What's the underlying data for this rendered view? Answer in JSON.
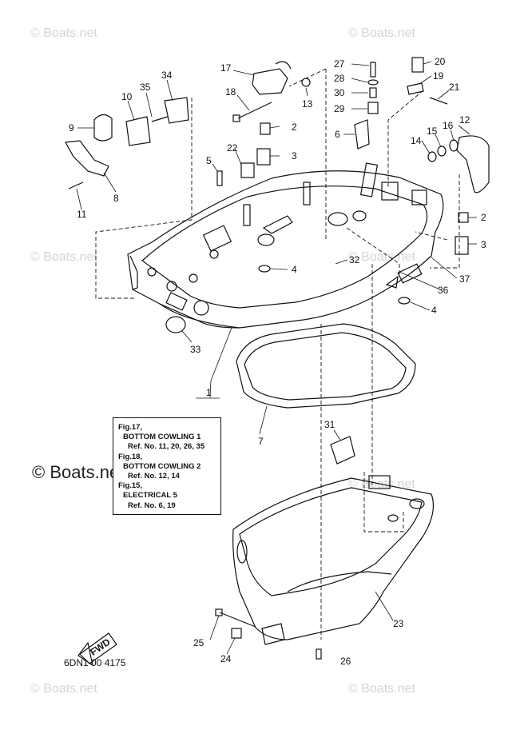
{
  "watermark": {
    "text": "© Boats.net",
    "large_text": "© Boats.net"
  },
  "callouts": {
    "p1": "1",
    "p2a": "2",
    "p2b": "2",
    "p3a": "3",
    "p3b": "3",
    "p4a": "4",
    "p4b": "4",
    "p5": "5",
    "p6": "6",
    "p7": "7",
    "p8": "8",
    "p9": "9",
    "p10": "10",
    "p11": "11",
    "p12": "12",
    "p13": "13",
    "p14": "14",
    "p15": "15",
    "p16": "16",
    "p17": "17",
    "p18": "18",
    "p19": "19",
    "p20": "20",
    "p21": "21",
    "p22": "22",
    "p23": "23",
    "p24": "24",
    "p25": "25",
    "p26": "26",
    "p27": "27",
    "p28": "28",
    "p29": "29",
    "p30": "30",
    "p31": "31",
    "p32": "32",
    "p33": "33",
    "p34": "34",
    "p35": "35",
    "p36": "36",
    "p37": "37"
  },
  "reference_note": {
    "line1": "Fig.17,",
    "line2": "BOTTOM COWLING 1",
    "line3": "Ref. No. 11, 20, 26, 35",
    "line4": "Fig.18,",
    "line5": "BOTTOM COWLING 2",
    "line6": "Ref. No. 12, 14",
    "line7": "Fig.15,",
    "line8": "ELECTRICAL 5",
    "line9": "Ref. No. 6, 19"
  },
  "fwd_label": "FWD",
  "diagram_code": "6DN1 00 4175"
}
